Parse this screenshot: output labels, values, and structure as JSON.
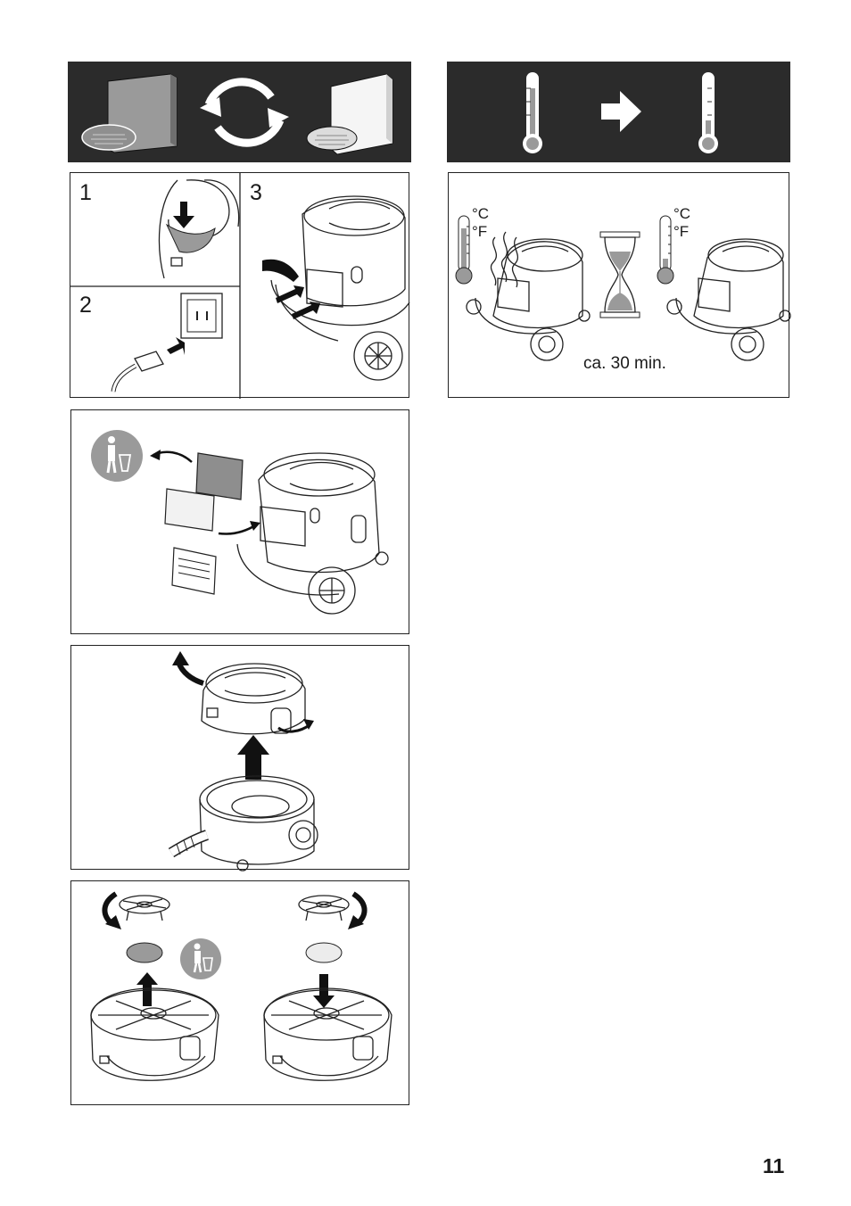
{
  "colors": {
    "banner": "#2b2b2b",
    "line": "#222222",
    "fill_gray": "#9a9a9a",
    "fill_light": "#dcdcdc"
  },
  "icons": [
    "filter-set-icon",
    "replace-cycle-icon",
    "new-filter-set-icon",
    "thermometer-hot-icon",
    "arrow-right-icon",
    "thermometer-cool-icon",
    "trash-can-icon",
    "hourglass-icon"
  ],
  "steps": {
    "step1": "1",
    "step2": "2",
    "step3": "3"
  },
  "cooling": {
    "unit_c": "°C",
    "unit_f": "°F",
    "caption": "ca. 30 min."
  },
  "page": {
    "number": "11"
  }
}
